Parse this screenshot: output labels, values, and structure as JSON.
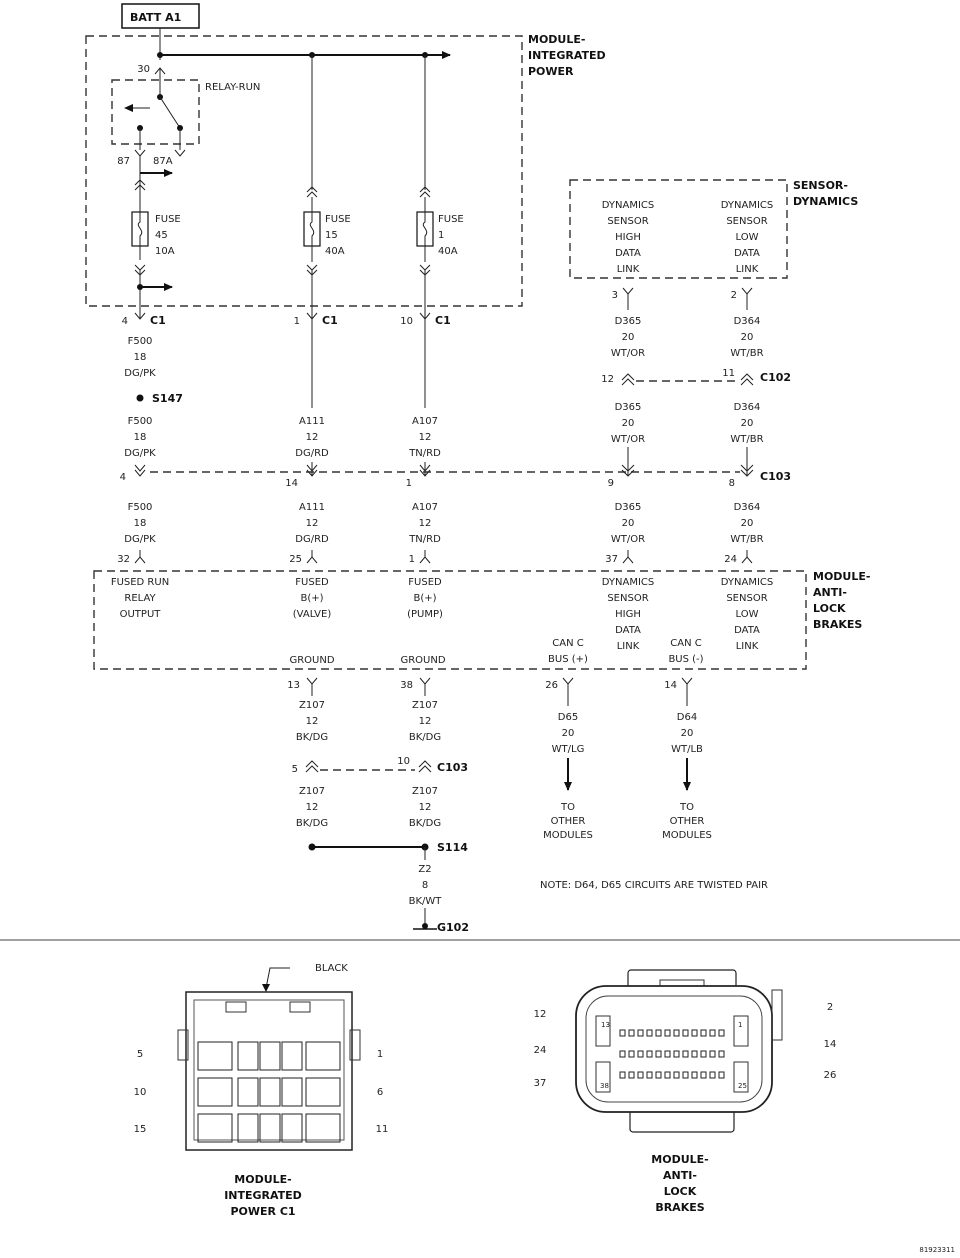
{
  "source": {
    "label": "BATT A1"
  },
  "modules": {
    "integrated_power": {
      "line1": "MODULE-",
      "line2": "INTEGRATED",
      "line3": "POWER"
    },
    "sensor_dynamics": {
      "line1": "SENSOR-",
      "line2": "DYNAMICS"
    },
    "abs": {
      "line1": "MODULE-",
      "line2": "ANTI-",
      "line3": "LOCK",
      "line4": "BRAKES"
    }
  },
  "relay": {
    "label": "RELAY-RUN",
    "pin_in": "30",
    "pin_87": "87",
    "pin_87a": "87A"
  },
  "fuses": [
    {
      "label": "FUSE",
      "num": "45",
      "amps": "10A"
    },
    {
      "label": "FUSE",
      "num": "15",
      "amps": "40A"
    },
    {
      "label": "FUSE",
      "num": "1",
      "amps": "40A"
    }
  ],
  "c1": {
    "name": "C1",
    "pins": [
      "4",
      "1",
      "10"
    ]
  },
  "sensor_pins": {
    "high": [
      "DYNAMICS",
      "SENSOR",
      "HIGH",
      "DATA",
      "LINK"
    ],
    "low": [
      "DYNAMICS",
      "SENSOR",
      "LOW",
      "DATA",
      "LINK"
    ],
    "high_pin": "3",
    "low_pin": "2"
  },
  "wires": {
    "f500": {
      "circuit": "F500",
      "gauge": "18",
      "color": "DG/PK"
    },
    "a111": {
      "circuit": "A111",
      "gauge": "12",
      "color": "DG/RD"
    },
    "a107": {
      "circuit": "A107",
      "gauge": "12",
      "color": "TN/RD"
    },
    "d365": {
      "circuit": "D365",
      "gauge": "20",
      "color": "WT/OR"
    },
    "d364": {
      "circuit": "D364",
      "gauge": "20",
      "color": "WT/BR"
    },
    "z107": {
      "circuit": "Z107",
      "gauge": "12",
      "color": "BK/DG"
    },
    "z2": {
      "circuit": "Z2",
      "gauge": "8",
      "color": "BK/WT"
    },
    "d65": {
      "circuit": "D65",
      "gauge": "20",
      "color": "WT/LG"
    },
    "d64": {
      "circuit": "D64",
      "gauge": "20",
      "color": "WT/LB"
    }
  },
  "splices": {
    "s147": "S147",
    "s114": "S114",
    "ground": "G102"
  },
  "connectors": {
    "c102": {
      "name": "C102",
      "pin_a": "12",
      "pin_b": "11"
    },
    "c103": {
      "name": "C103",
      "pins": [
        "4",
        "14",
        "1",
        "9",
        "8"
      ]
    },
    "c103b": {
      "name": "C103",
      "pin_a": "5",
      "pin_b": "10"
    }
  },
  "abs_pins": {
    "top": [
      "32",
      "25",
      "1",
      "37",
      "24"
    ],
    "fused_run": [
      "FUSED RUN",
      "RELAY",
      "OUTPUT"
    ],
    "fused_valve": [
      "FUSED",
      "B(+)",
      "(VALVE)"
    ],
    "fused_pump": [
      "FUSED",
      "B(+)",
      "(PUMP)"
    ],
    "dyn_high": [
      "DYNAMICS",
      "SENSOR",
      "HIGH",
      "DATA",
      "LINK"
    ],
    "dyn_low": [
      "DYNAMICS",
      "SENSOR",
      "LOW",
      "DATA",
      "LINK"
    ],
    "ground_label": "GROUND",
    "can_plus": [
      "CAN C",
      "BUS (+)"
    ],
    "can_minus": [
      "CAN C",
      "BUS (-)"
    ],
    "bottom": [
      "13",
      "38",
      "26",
      "14"
    ]
  },
  "to_other": [
    "TO",
    "OTHER",
    "MODULES"
  ],
  "note": "NOTE:  D64, D65    CIRCUITS ARE TWISTED PAIR",
  "connector_views": {
    "black_label": "BLACK",
    "c1_title": [
      "MODULE-",
      "INTEGRATED",
      "POWER C1"
    ],
    "c1_pins_left": [
      "5",
      "10",
      "15"
    ],
    "c1_pins_right": [
      "1",
      "6",
      "11"
    ],
    "abs_title": [
      "MODULE-",
      "ANTI-",
      "LOCK",
      "BRAKES"
    ],
    "abs_pins_left": [
      "12",
      "24",
      "37"
    ],
    "abs_pins_right": [
      "2",
      "14",
      "26"
    ],
    "abs_inner": [
      "13",
      "1",
      "25",
      "38"
    ]
  },
  "figure_id": "81923311"
}
